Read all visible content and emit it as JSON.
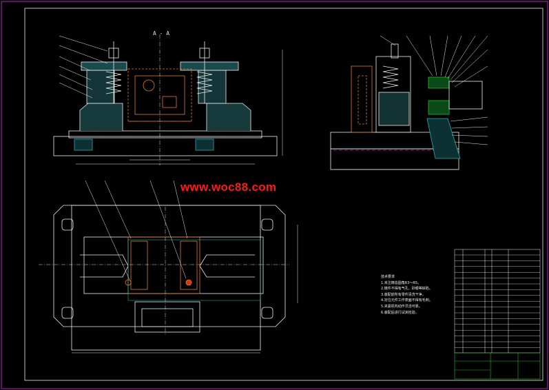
{
  "watermark": "www.woc88.com",
  "section_label": "A - A",
  "notes": {
    "title": "技术要求",
    "lines": [
      "1.未注铸造圆角R3～R5。",
      "2.铸件不得有气孔、砂眼等缺陷。",
      "3.装配前所有零件清洗干净。",
      "4.定位元件工作表面不得有毛刺。",
      "5.夹紧机构动作灵活可靠。",
      "6.装配后进行试夹检验。"
    ]
  },
  "colors": {
    "background": "#000000",
    "frame": "#c020c0",
    "outline": "#f0f0f0",
    "part": "#e08020",
    "spring": "#f0f0f0",
    "hatch": "#20b0b0",
    "watermark": "#ff1a1a",
    "title_block": "#20c020"
  }
}
